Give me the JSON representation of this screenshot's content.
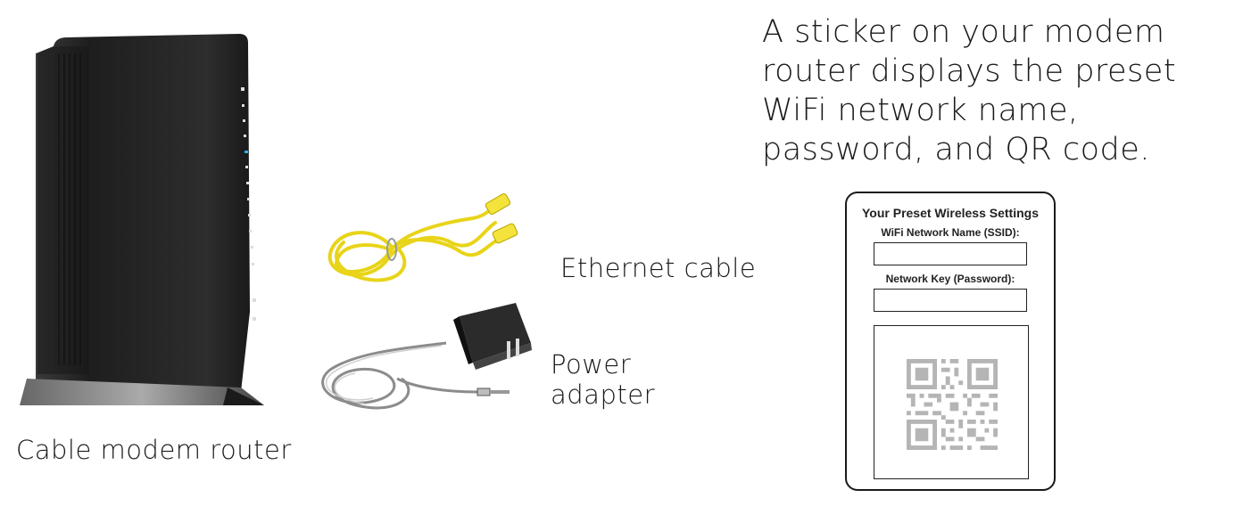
{
  "captions": {
    "router": "Cable modem router",
    "ethernet": "Ethernet cable",
    "power_line1": "Power",
    "power_line2": "adapter"
  },
  "sticker_intro": {
    "line1": "A sticker on your modem",
    "line2": "router displays the preset",
    "line3": "WiFi network name,",
    "line4": "password, and QR code."
  },
  "sticker": {
    "title": "Your Preset Wireless Settings",
    "ssid_label": "WiFi Network Name (SSID):",
    "ssid_value": "",
    "key_label": "Network Key (Password):",
    "key_value": ""
  },
  "colors": {
    "router_body": "#2a2a2a",
    "ethernet_cable": "#f2e21c",
    "power_adapter": "#2b2b2b",
    "led_blue": "#2ab0e8",
    "qr_gray": "#b5b5b5"
  },
  "icons": [
    "router-image",
    "ethernet-cable-image",
    "power-adapter-image",
    "qr-code-icon"
  ]
}
